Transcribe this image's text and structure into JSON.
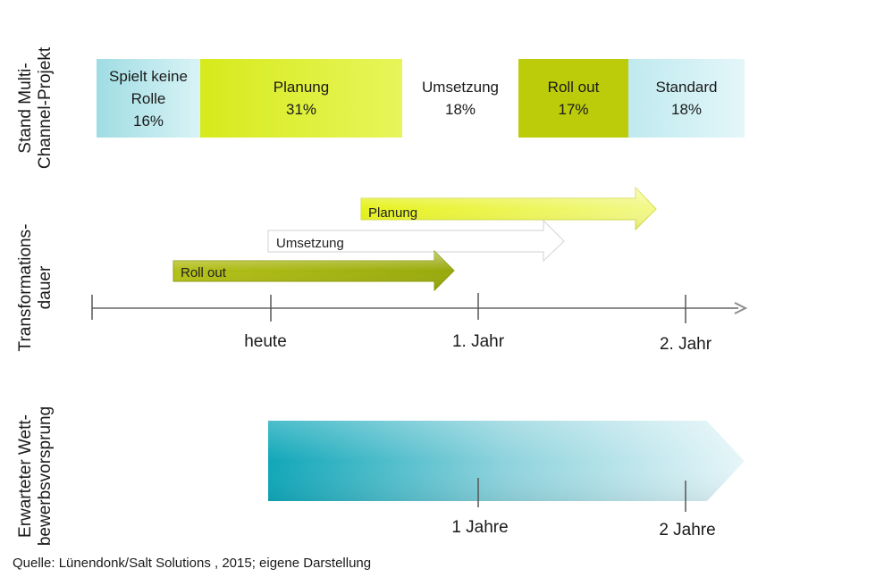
{
  "row_labels": {
    "stand": [
      "Stand Multi-",
      "Channel-Projekt"
    ],
    "dauer": [
      "Transformations-",
      "dauer"
    ],
    "wett": [
      "Erwarteter Wett-",
      "bewerbsvorsprung"
    ]
  },
  "stand_segments": [
    {
      "lines": [
        "Spielt keine",
        "Rolle",
        "16%"
      ],
      "color": "light-cyan"
    },
    {
      "lines": [
        "Planung",
        "31%"
      ],
      "color": "yellow-green"
    },
    {
      "lines": [
        "Umsetzung",
        "18%"
      ],
      "color": "white"
    },
    {
      "lines": [
        "Roll out",
        "17%"
      ],
      "color": "olive-green"
    },
    {
      "lines": [
        "Standard",
        "18%"
      ],
      "color": "light-cyan"
    }
  ],
  "arrows": {
    "planung": "Planung",
    "umsetzung": "Umsetzung",
    "rollout": "Roll out"
  },
  "timeline_ticks": [
    "heute",
    "1. Jahr",
    "2. Jahr"
  ],
  "advantage_ticks": [
    "1 Jahre",
    "2 Jahre"
  ],
  "source": "Quelle: Lünendonk/Salt Solutions , 2015; eigene Darstellung"
}
